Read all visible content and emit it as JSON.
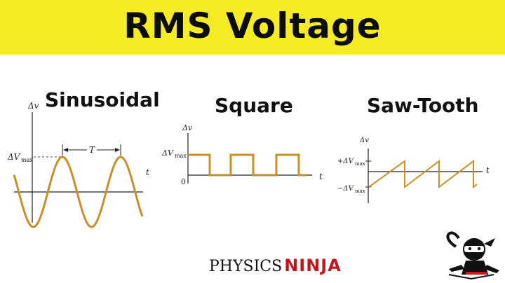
{
  "header": {
    "title": "RMS Voltage"
  },
  "sections": [
    {
      "title": "Sinusoidal",
      "y_axis_label": "Δv",
      "amplitude_label": "ΔV",
      "amplitude_sub": "max",
      "period_label": "T",
      "x_axis_label": "t"
    },
    {
      "title": "Square",
      "y_axis_label": "Δv",
      "amplitude_label": "ΔV",
      "amplitude_sub": "max",
      "origin_label": "0",
      "x_axis_label": "t"
    },
    {
      "title": "Saw-Tooth",
      "y_axis_label": "Δv",
      "pos_amplitude_label": "+ΔV",
      "neg_amplitude_label": "−ΔV",
      "amplitude_sub": "max",
      "x_axis_label": "t"
    }
  ],
  "brand": {
    "word1": "PHYSICS",
    "word2": "NINJA"
  },
  "colors": {
    "banner": "#f6ec23",
    "waveform": "#c7902a",
    "brand_accent": "#c4161c"
  }
}
